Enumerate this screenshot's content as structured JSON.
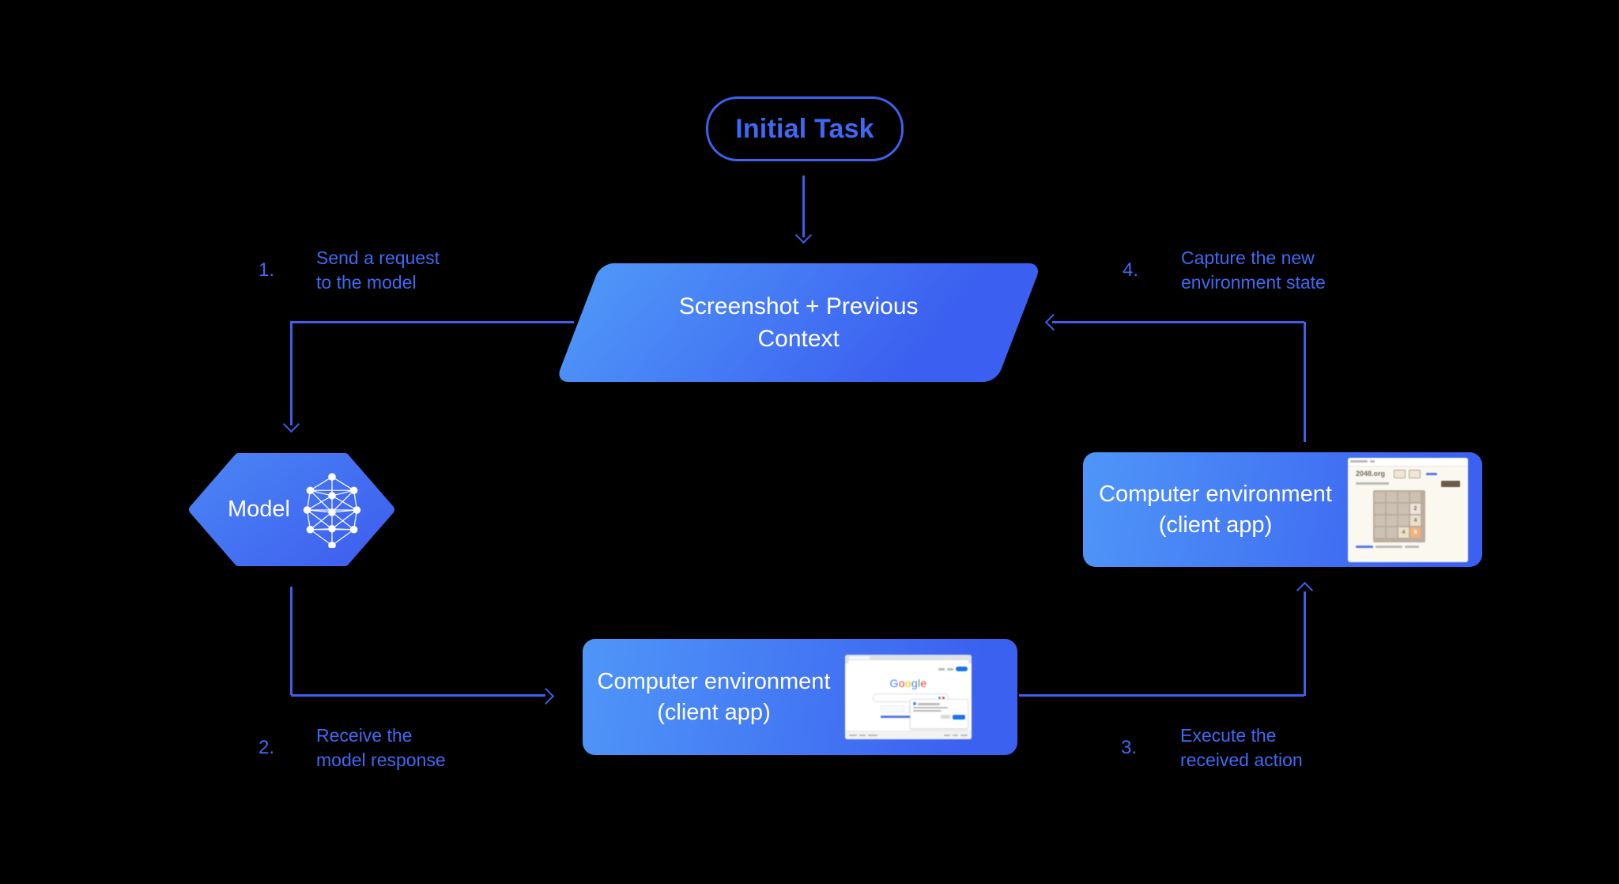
{
  "diagram": {
    "initial_task": "Initial Task",
    "screenshot_box": {
      "line1": "Screenshot + Previous",
      "line2": "Context"
    },
    "model_label": "Model",
    "env_right": {
      "line1": "Computer environment",
      "line2": "(client app)"
    },
    "env_bottom": {
      "line1": "Computer environment",
      "line2": "(client app)"
    }
  },
  "steps": [
    {
      "num": "1.",
      "line1": "Send a request",
      "line2": "to the model"
    },
    {
      "num": "2.",
      "line1": "Receive the",
      "line2": "model response"
    },
    {
      "num": "3.",
      "line1": "Execute the",
      "line2": "received action"
    },
    {
      "num": "4.",
      "line1": "Capture the new",
      "line2": "environment state"
    }
  ],
  "mini_2048": {
    "site_title": "2048.org",
    "tiles": [
      "2",
      "4",
      "4",
      "8"
    ]
  },
  "mini_google": {
    "letters": [
      "G",
      "o",
      "o",
      "g",
      "l",
      "e"
    ]
  },
  "colors": {
    "background": "#000000",
    "accent_line_blue": "#3c60ea",
    "label_blue": "#3e6af3",
    "shape_gradient_start": "#4f96f8",
    "shape_gradient_end": "#3b5ff0",
    "shape_text": "#ffffff"
  }
}
